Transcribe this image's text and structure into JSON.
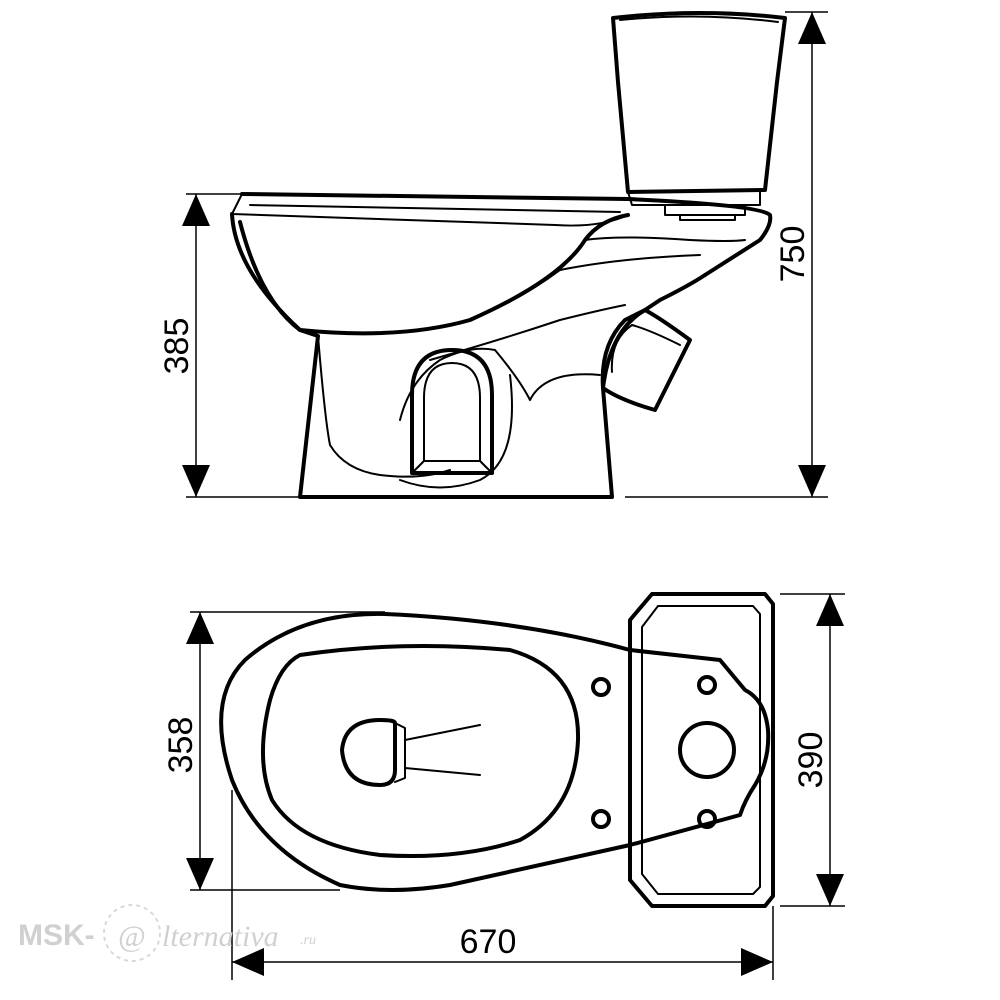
{
  "dimensions": {
    "side_view": {
      "bowl_height": "385",
      "total_height": "750"
    },
    "top_view": {
      "bowl_width": "358",
      "tank_width": "390",
      "total_length": "670"
    }
  },
  "watermark": {
    "brand_left": "MSK-",
    "brand_symbol": "@",
    "brand_right": "lternativa",
    "brand_domain": ".ru"
  }
}
